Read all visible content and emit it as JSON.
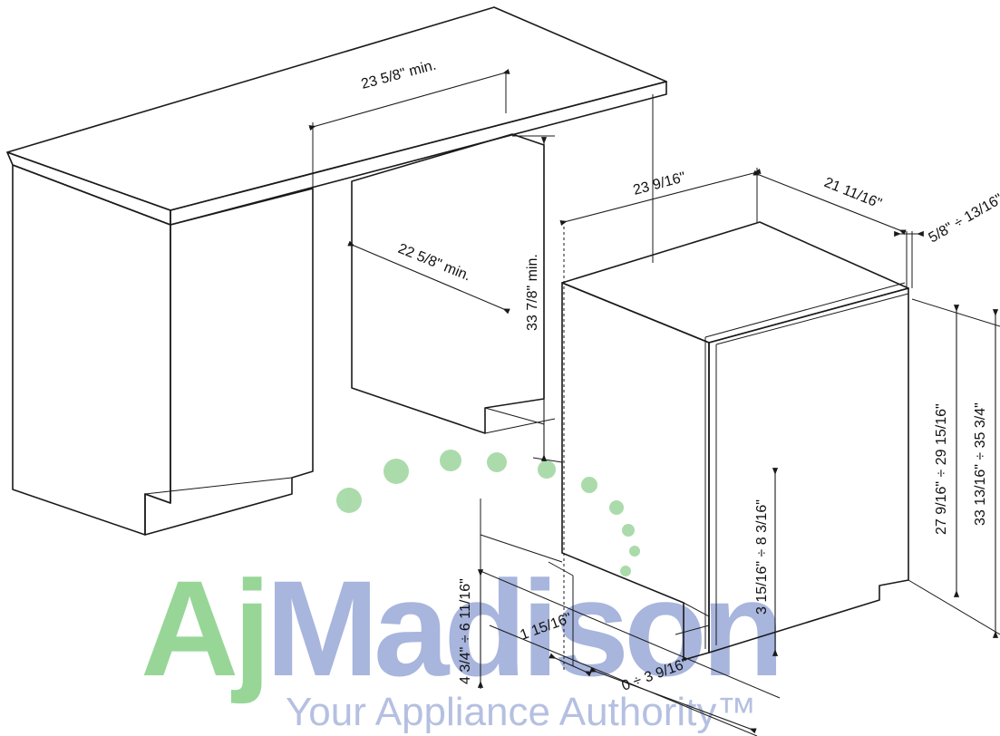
{
  "dimensions": {
    "niche_width": "23 5/8\" min.",
    "niche_depth": "22 5/8\" min.",
    "niche_height": "33 7/8\" min.",
    "unit_depth": "23 9/16\"",
    "unit_width": "21 11/16\"",
    "door_gap": "5/8\" ÷ 13/16\"",
    "unit_height": "27 9/16\" ÷ 29 15/16\"",
    "overall_height": "33 13/16\" ÷ 35 3/4\"",
    "toe_kick_height": "3 15/16\" ÷ 8 3/16\"",
    "plinth_height": "4 3/4\" ÷ 6 11/16\"",
    "plinth_offset": "1 15/16\"",
    "plinth_recess": "0 ÷ 3 9/16\""
  },
  "watermark": {
    "brand": "AjMadison",
    "tagline": "Your Appliance Authority™",
    "colors": {
      "green": "#7fc98a",
      "blue": "#9aa9d8"
    }
  }
}
